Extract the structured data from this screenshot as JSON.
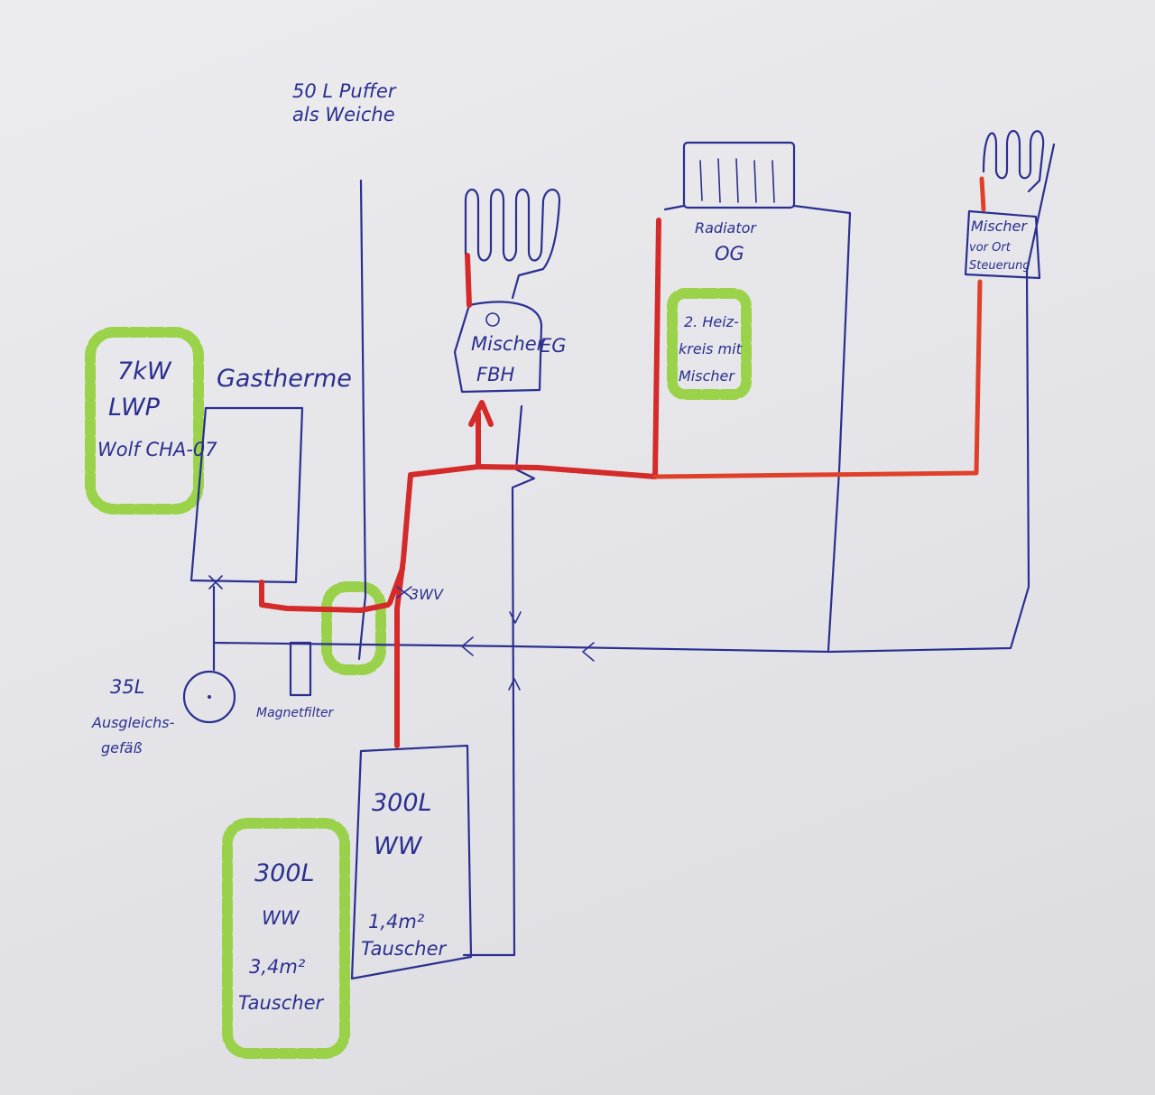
{
  "labels": {
    "puffer_line1": "50 L Puffer",
    "puffer_line2": "als Weiche",
    "heatpump_power": "7kW",
    "heatpump_type": "LWP",
    "heatpump_model": "Wolf CHA-07",
    "gasboiler": "Gastherme",
    "mixer_fbh_line1": "Mischer",
    "mixer_fbh_line2": "FBH",
    "floor_eg": "EG",
    "radiator_line1": "Radiator",
    "radiator_line2": "OG",
    "circuit2_line1": "2. Heiz-",
    "circuit2_line2": "kreis mit",
    "circuit2_line3": "Mischer",
    "mixer_local_line1": "Mischer",
    "mixer_local_line2": "vor Ort",
    "mixer_local_line3": "Steuerung",
    "valve_3wv": "3WV",
    "expansion_line1": "35L",
    "expansion_line2": "Ausgleichs-",
    "expansion_line3": "gefäß",
    "magnetfilter": "Magnetfilter",
    "tank_volume": "300L",
    "tank_ww": "WW",
    "tank_exchanger_area": "1,4m²",
    "tank_exchanger": "Tauscher",
    "new_tank_volume": "300L",
    "new_tank_ww": "WW",
    "new_tank_exchanger_area": "3,4m²",
    "new_tank_exchanger": "Tauscher"
  },
  "colors": {
    "ink": "#2b2f8f",
    "supply_line": "#d42a2a",
    "highlight": "#8ccf2e"
  }
}
